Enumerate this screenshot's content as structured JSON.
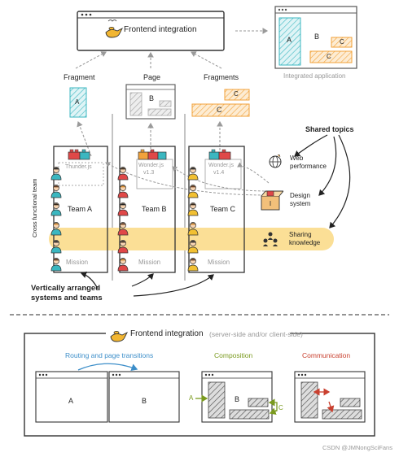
{
  "top": {
    "frontend_integration": "Frontend integration",
    "fragment_label": "Fragment",
    "page_label": "Page",
    "fragments_label": "Fragments",
    "integrated_label": "Integrated application",
    "box_a": "A",
    "box_b": "B",
    "box_c": "C"
  },
  "teams": {
    "cross_functional": "Cross functional team",
    "team_a": {
      "name": "Team A",
      "system": "Thunder.js"
    },
    "team_b": {
      "name": "Team B",
      "system": "Wonder.js",
      "version": "v1.3"
    },
    "team_c": {
      "name": "Team C",
      "system": "Wonder.js",
      "version": "v1.4"
    },
    "mission": "Mission"
  },
  "topics": {
    "shared_topics": "Shared topics",
    "web_performance": "Web performance",
    "design_system": "Design system",
    "sharing_knowledge": "Sharing knowledge"
  },
  "vertically_arranged": [
    "Vertically arranged",
    "systems and teams"
  ],
  "bottom": {
    "title": "Frontend integration",
    "subtitle": "(server-side and/or client-side)",
    "routing": "Routing and page transitions",
    "composition": "Composition",
    "communication": "Communication",
    "a": "A",
    "b": "B",
    "c": "C"
  },
  "watermark": "CSDN @JMNongSciFans",
  "colors": {
    "teal": "#3bb7c0",
    "orange": "#f2a23a",
    "shared_band": "#fbdf96",
    "composition": "#7a9a1e",
    "communication": "#c9402f",
    "routing": "#3c8ec9"
  }
}
